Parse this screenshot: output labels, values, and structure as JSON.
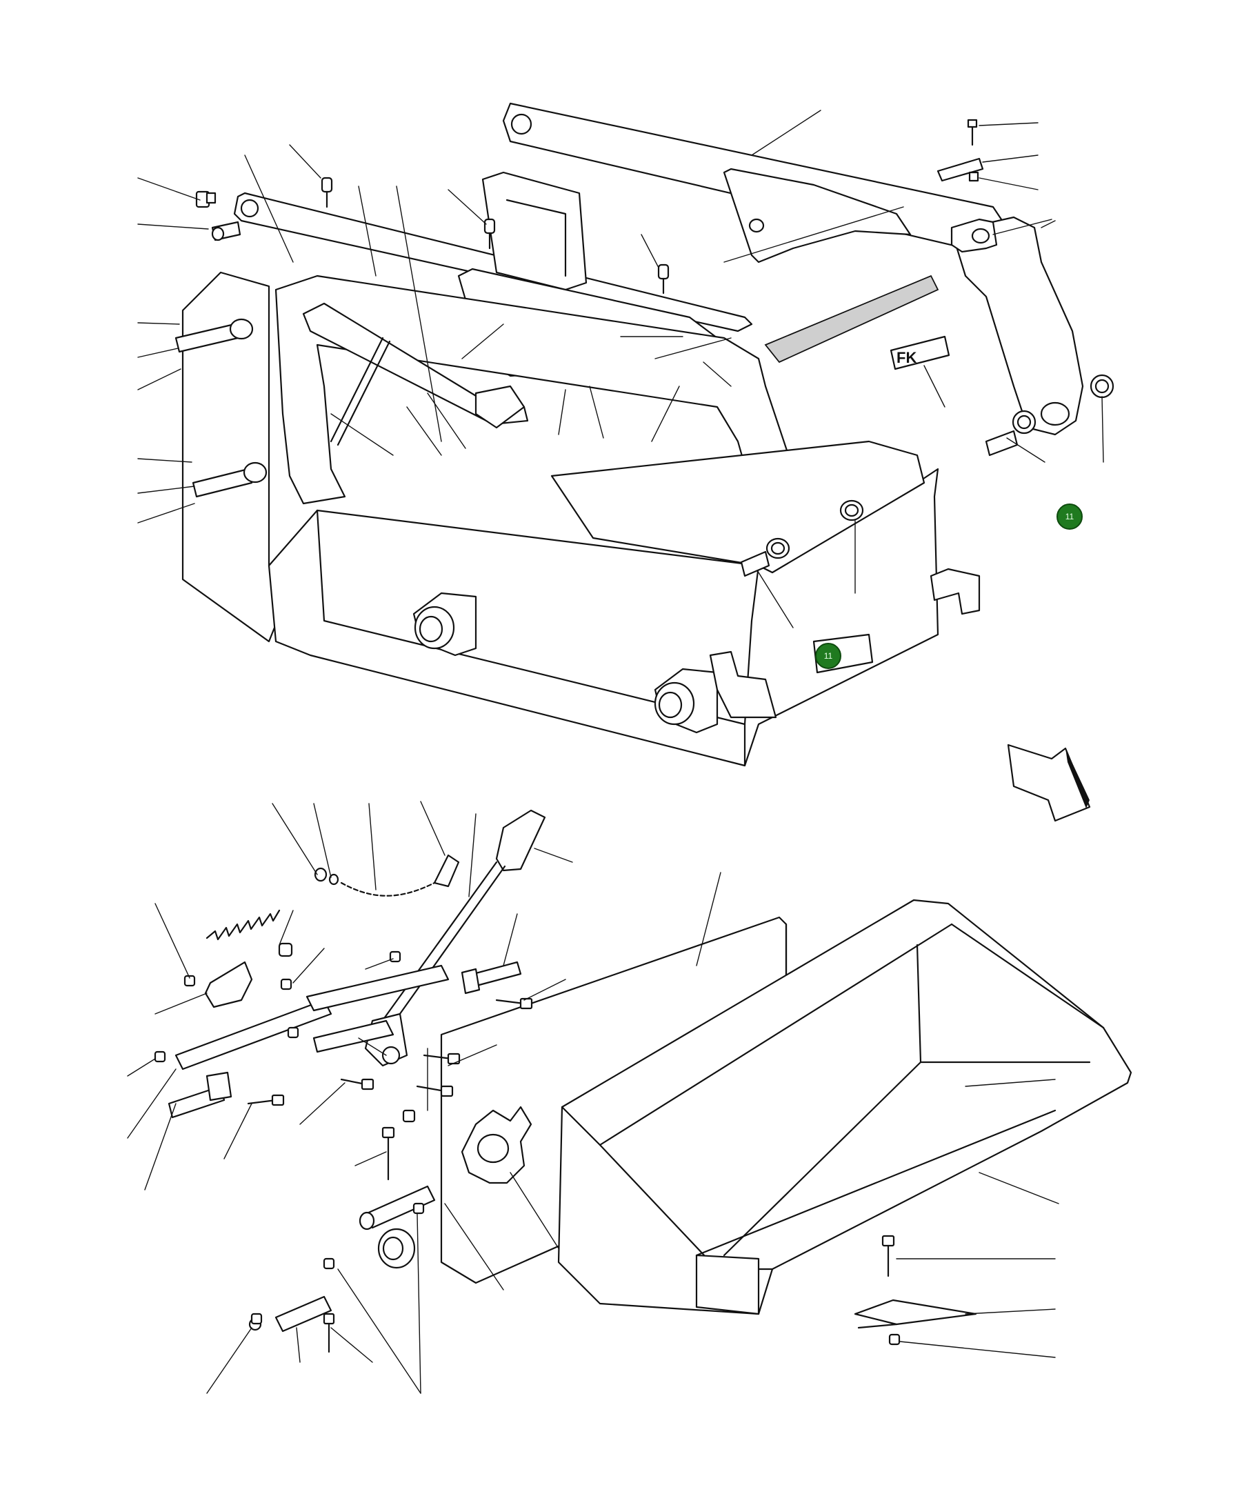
{
  "diagram": {
    "logo_text": "FK",
    "callouts": [
      {
        "label": "11"
      },
      {
        "label": "11"
      }
    ],
    "colors": {
      "callout_fill": "#1f7a1f",
      "line": "#111111",
      "background": "#ffffff"
    }
  }
}
